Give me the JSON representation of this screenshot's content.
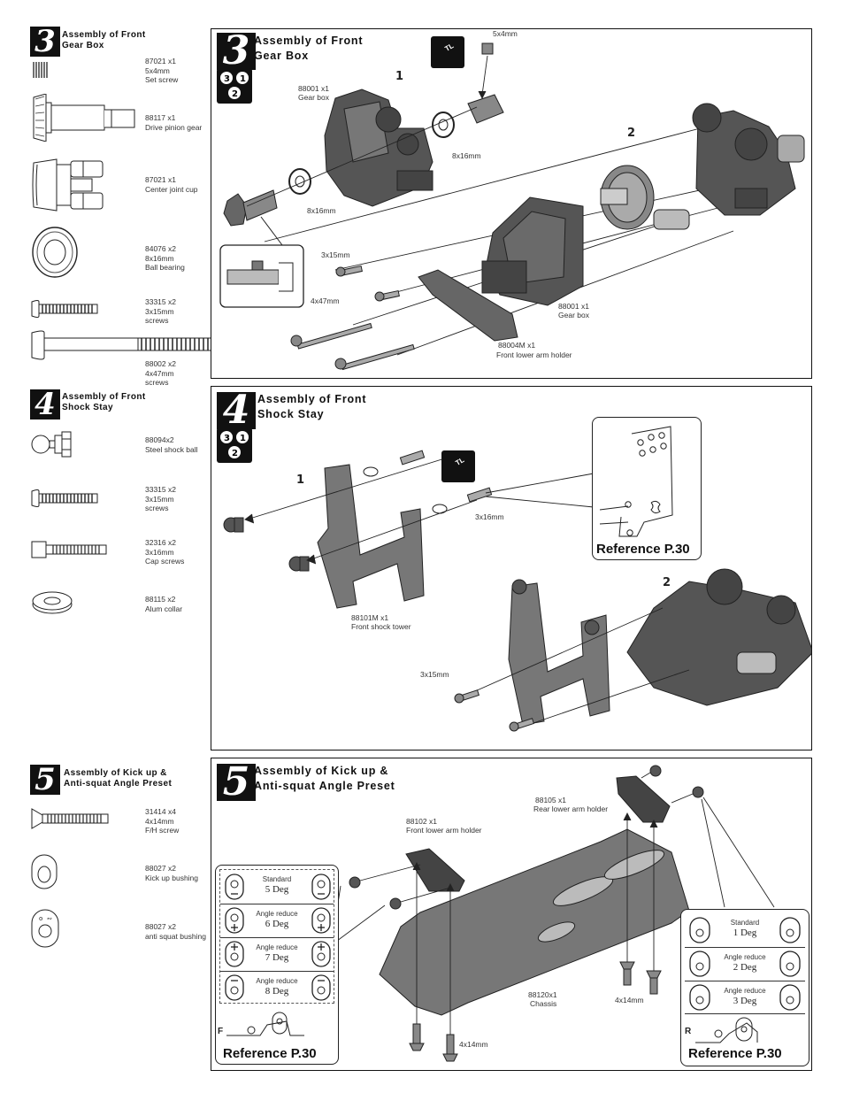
{
  "sidebar": {
    "step3": {
      "number": "3",
      "title_line1": "Assembly of Front",
      "title_line2": "Gear Box",
      "parts": [
        {
          "code": "87021 x1",
          "size": "5x4mm",
          "name": "Set screw"
        },
        {
          "code": "88117 x1",
          "size": "",
          "name": "Drive pinion gear"
        },
        {
          "code": "87021 x1",
          "size": "",
          "name": "Center joint cup"
        },
        {
          "code": "84076 x2",
          "size": "8x16mm",
          "name": "Ball bearing"
        },
        {
          "code": "33315 x2",
          "size": "3x15mm",
          "name": "screws"
        },
        {
          "code": "88002 x2",
          "size": "4x47mm",
          "name": "screws"
        }
      ]
    },
    "step4": {
      "number": "4",
      "title_line1": "Assembly of Front",
      "title_line2": "Shock Stay",
      "parts": [
        {
          "code": "88094x2",
          "size": "",
          "name": "Steel shock ball"
        },
        {
          "code": "33315 x2",
          "size": "3x15mm",
          "name": "screws"
        },
        {
          "code": "32316 x2",
          "size": "3x16mm",
          "name": "Cap screws"
        },
        {
          "code": "88115 x2",
          "size": "",
          "name": "Alum collar"
        }
      ]
    },
    "step5": {
      "number": "5",
      "title_line1": "Assembly of Kick up &",
      "title_line2": "Anti-squat Angle Preset",
      "parts": [
        {
          "code": "31414 x4",
          "size": "4x14mm",
          "name": "F/H screw"
        },
        {
          "code": "88027 x2",
          "size": "",
          "name": "Kick up bushing"
        },
        {
          "code": "88027 x2",
          "size": "",
          "name": "anti squat bushing"
        }
      ]
    }
  },
  "panel3": {
    "number": "3",
    "title_line1": "Assembly of Front",
    "title_line2": "Gear Box",
    "mark1": "1",
    "mark2": "2",
    "labels": {
      "setscrew": "5x4mm",
      "gearbox_a_code": "88001 x1",
      "gearbox_a_name": "Gear box",
      "bearing_a": "8x16mm",
      "bearing_b": "8x16mm",
      "screw_3x15": "3x15mm",
      "screw_4x47": "4x47mm",
      "gearbox_b_code": "88001 x1",
      "gearbox_b_name": "Gear box",
      "holder_code": "88004M x1",
      "holder_name": "Front lower arm holder"
    },
    "threadlock": "TL"
  },
  "panel4": {
    "number": "4",
    "title_line1": "Assembly of Front",
    "title_line2": "Shock Stay",
    "mark1": "1",
    "mark2": "2",
    "labels": {
      "capscrew": "3x16mm",
      "tower_code": "88101M x1",
      "tower_name": "Front shock tower",
      "screw_3x15": "3x15mm"
    },
    "reference": "Reference P.30",
    "threadlock": "TL"
  },
  "panel5": {
    "number": "5",
    "title_line1": "Assembly of Kick up &",
    "title_line2": "Anti-squat Angle Preset",
    "labels": {
      "rear_holder_code": "88105 x1",
      "rear_holder_name": "Rear lower arm holder",
      "front_holder_code": "88102 x1",
      "front_holder_name": "Front lower arm holder",
      "chassis_code": "88120x1",
      "chassis_name": "Chassis",
      "screw_a": "4x14mm",
      "screw_b": "4x14mm"
    },
    "kickup_settings": [
      {
        "title": "Standard",
        "value": "5 Deg"
      },
      {
        "title": "Angle reduce",
        "value": "6 Deg"
      },
      {
        "title": "Angle reduce",
        "value": "7 Deg"
      },
      {
        "title": "Angle reduce",
        "value": "8 Deg"
      }
    ],
    "antisquat_settings": [
      {
        "title": "Standard",
        "value": "1 Deg"
      },
      {
        "title": "Angle reduce",
        "value": "2 Deg"
      },
      {
        "title": "Angle reduce",
        "value": "3 Deg"
      }
    ],
    "front_tag": "F",
    "rear_tag": "R",
    "reference_left": "Reference P.30",
    "reference_right": "Reference P.30"
  }
}
